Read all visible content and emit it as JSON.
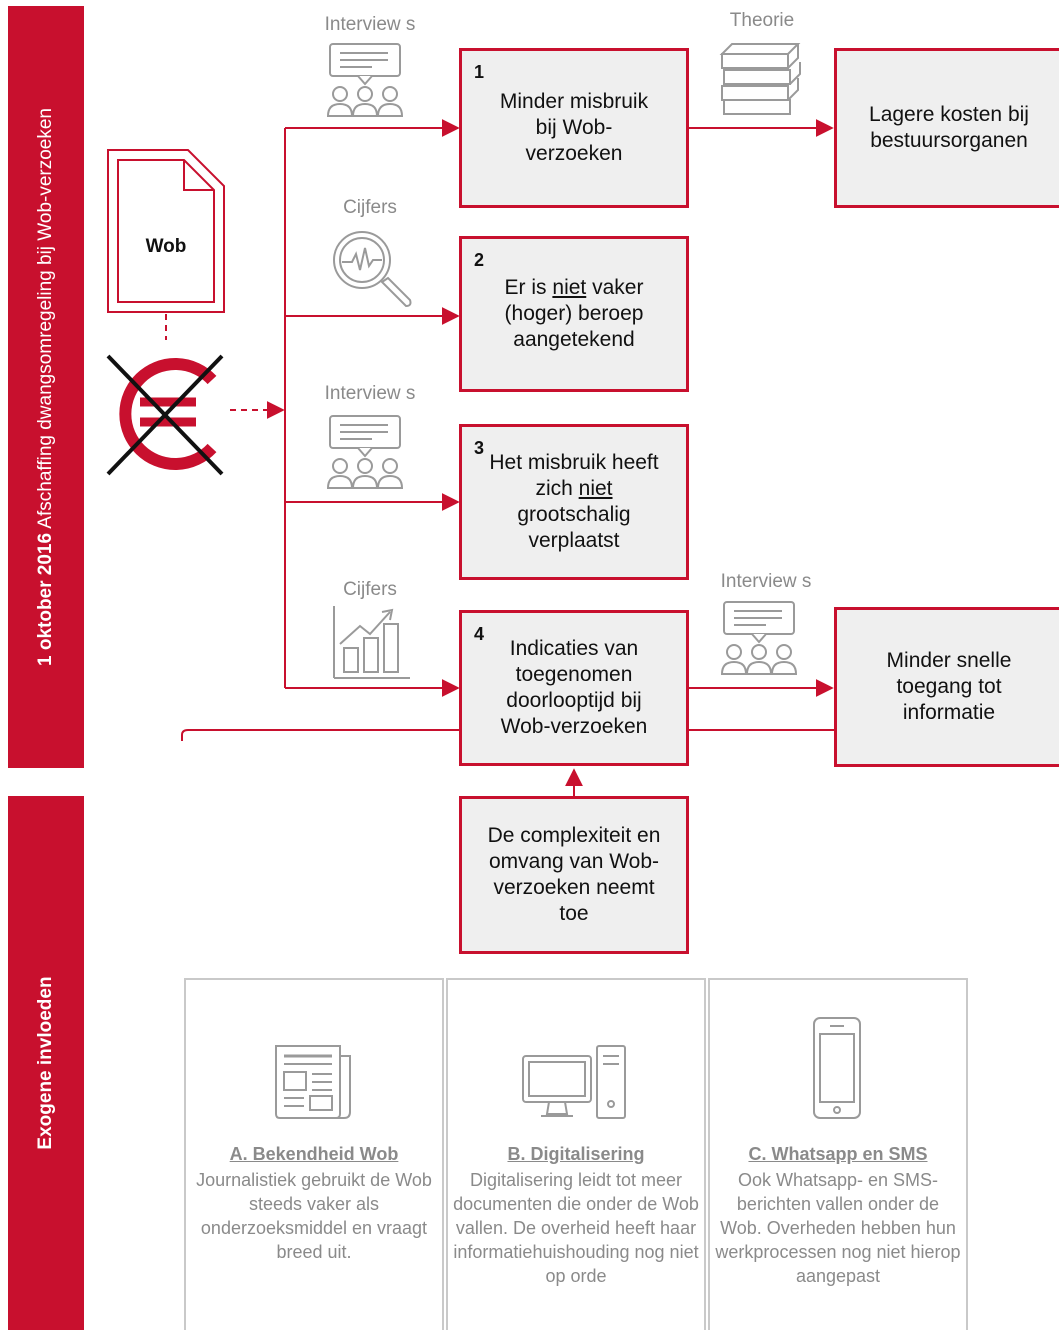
{
  "sidebar": {
    "top_date": "1 oktober 2016",
    "top_text": "Afschaffing dwangsomregeling bij Wob-verzoeken",
    "bottom_text": "Exogene invloeden"
  },
  "document_icon": {
    "label": "Wob"
  },
  "sources": {
    "s1": "Interview s",
    "s2": "Cijfers",
    "s3": "Interview s",
    "s4": "Cijfers",
    "theory": "Theorie",
    "s6": "Interview s"
  },
  "effects": {
    "e1": {
      "number": "1",
      "text": "Minder misbruik bij Wob-verzoeken"
    },
    "e2": {
      "number": "2",
      "text_before": "Er is ",
      "text_underlined": "niet",
      "text_after": " vaker (hoger) beroep aangetekend"
    },
    "e3": {
      "number": "3",
      "text_before": "Het misbruik heeft zich ",
      "text_underlined": "niet",
      "text_after": " grootschalig verplaatst"
    },
    "e4": {
      "number": "4",
      "text": "Indicaties van toegenomen doorlooptijd bij Wob-verzoeken"
    }
  },
  "outcomes": {
    "o1": "Lagere kosten bij bestuursorganen",
    "o2": "Minder snelle toegang tot informatie"
  },
  "complexity": "De complexiteit en omvang van Wob-verzoeken neemt toe",
  "panels": [
    {
      "title": "A. Bekendheid Wob",
      "body": "Journalistiek gebruikt de Wob steeds vaker als onderzoeksmiddel en vraagt breed uit.",
      "icon": "newspaper-icon"
    },
    {
      "title": "B. Digitalisering",
      "body": "Digitalisering leidt tot meer documenten die onder de Wob vallen. De overheid heeft haar informatiehuishouding nog niet op orde",
      "icon": "computer-icon"
    },
    {
      "title": "C. Whatsapp en SMS",
      "body": "Ook Whatsapp- en SMS-berichten vallen onder de Wob. Overheden hebben hun werkprocessen nog niet hierop aangepast",
      "icon": "smartphone-icon"
    }
  ],
  "colors": {
    "accent": "#c8102e",
    "box_fill": "#efefef",
    "muted": "#8a8a8a",
    "panel_border": "#c9c9c9"
  }
}
